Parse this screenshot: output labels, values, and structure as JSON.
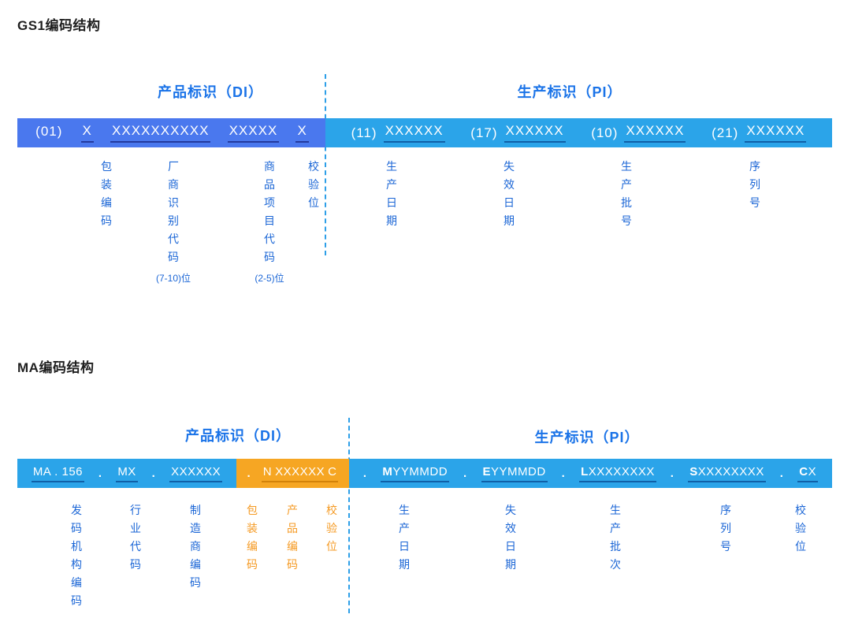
{
  "colors": {
    "royal_blue": "#4a78ee",
    "cyan_blue": "#2ba4e9",
    "orange": "#f6a623",
    "header_blue": "#1a73e8",
    "label_blue": "#1b66d6",
    "label_orange": "#f59a23",
    "underline_navy": "#233a9e",
    "underline_blue": "#1060a8",
    "underline_orange": "#d2820a",
    "divider_blue": "#2d9fe8",
    "title_color": "#1f1f1f"
  },
  "gs1": {
    "title": "GS1编码结构",
    "di_header": "产品标识（DI）",
    "pi_header": "生产标识（PI）",
    "bar": {
      "di": [
        "(01)",
        "X",
        "XXXXXXXXXX",
        "XXXXX",
        "X"
      ],
      "pi": [
        {
          "ai": "(11)",
          "value": "XXXXXX"
        },
        {
          "ai": "(17)",
          "value": "XXXXXX"
        },
        {
          "ai": "(10)",
          "value": "XXXXXX"
        },
        {
          "ai": "(21)",
          "value": "XXXXXX"
        }
      ]
    },
    "labels": [
      {
        "text": "包装编码"
      },
      {
        "text": "厂商识别代码",
        "note": "(7-10)位"
      },
      {
        "text": "商品项目代码",
        "note": "(2-5)位"
      },
      {
        "text": "校验位"
      },
      {
        "text": "生产日期"
      },
      {
        "text": "失效日期"
      },
      {
        "text": "生产批号"
      },
      {
        "text": "序列号"
      }
    ]
  },
  "ma": {
    "title": "MA编码结构",
    "di_header": "产品标识（DI）",
    "pi_header": "生产标识（PI）",
    "sep": ".",
    "bar": {
      "di": [
        "MA . 156",
        "MX",
        "XXXXXX"
      ],
      "pack": [
        "N",
        "XXXXXX",
        "C"
      ],
      "pi": [
        {
          "prefix": "M",
          "rest": "YYMMDD"
        },
        {
          "prefix": "E",
          "rest": "YYMMDD"
        },
        {
          "prefix": "L",
          "rest": "XXXXXXXX"
        },
        {
          "prefix": "S",
          "rest": "XXXXXXXX"
        },
        {
          "prefix": "C",
          "rest": "X"
        }
      ]
    },
    "labels_di": [
      {
        "text": "发码机构编码"
      },
      {
        "text": "行业代码"
      },
      {
        "text": "制造商编码"
      }
    ],
    "labels_pack": [
      {
        "text": "包装编码"
      },
      {
        "text": "产品编码"
      },
      {
        "text": "校验位"
      }
    ],
    "labels_pi": [
      {
        "text": "生产日期"
      },
      {
        "text": "失效日期"
      },
      {
        "text": "生产批次"
      },
      {
        "text": "序列号"
      },
      {
        "text": "校验位"
      }
    ]
  }
}
